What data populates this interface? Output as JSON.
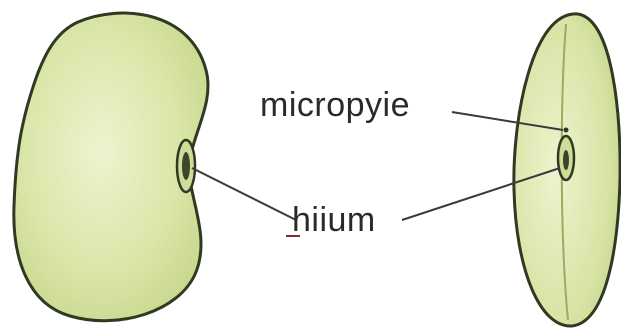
{
  "labels": {
    "micropyle": "micropyie",
    "hilum": "hiium"
  },
  "colors": {
    "seed_fill": "#dbe6a9",
    "seed_fill_light": "#eaf0c6",
    "seed_outline": "#2f3a22",
    "leader_line": "#3a3a3a",
    "label_text": "#2a2a2a"
  },
  "figures": [
    {
      "name": "bean-seed-side-view"
    },
    {
      "name": "bean-seed-edge-view"
    }
  ]
}
